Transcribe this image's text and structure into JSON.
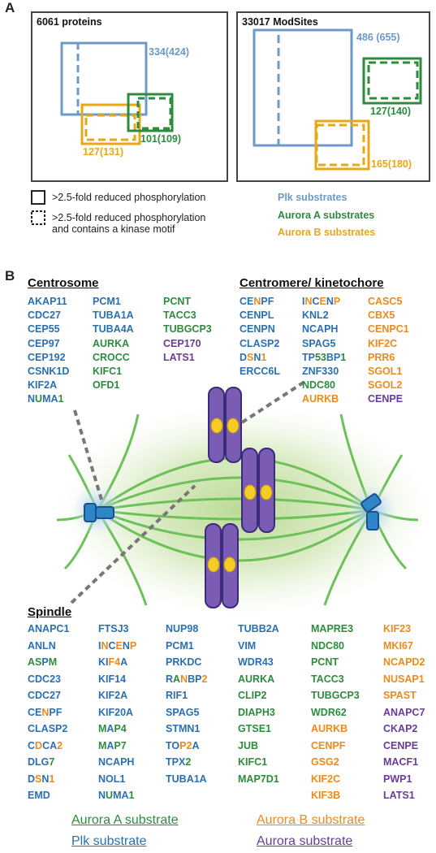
{
  "colors": {
    "plk": "#2b6fb0",
    "plk_light": "#6b9ac8",
    "auroraA": "#2e8b3e",
    "auroraB": "#e6a817",
    "auroraB_text": "#ec8a1f",
    "aurora": "#6a3c99",
    "dark": "#222222"
  },
  "panelA": {
    "letter": "A",
    "proteins": {
      "title": "6061 proteins",
      "plk": "334(424)",
      "auroraB": "127(131)",
      "auroraA": "101(109)"
    },
    "modsites": {
      "title": "33017 ModSites",
      "plk": "486 (655)",
      "auroraA": "127(140)",
      "auroraB": "165(180)"
    },
    "legend": {
      "solid": ">2.5-fold reduced phosphorylation",
      "dotted_line1": ">2.5-fold reduced phosphorylation",
      "dotted_line2": "and contains a kinase motif",
      "plk": "Plk substrates",
      "auroraA": "Aurora A substrates",
      "auroraB": "Aurora B substrates"
    }
  },
  "panelB": {
    "letter": "B",
    "centrosome": {
      "header": "Centrosome",
      "columns": [
        [
          [
            "AKAP11",
            "p"
          ],
          [
            "CDC27",
            "p"
          ],
          [
            "CEP55",
            "p"
          ],
          [
            "CEP97",
            "p"
          ],
          [
            "CEP192",
            "p"
          ],
          [
            "CSNK1D",
            "p"
          ],
          [
            "KIF2A",
            "p"
          ],
          [
            [
              "N",
              "p"
            ],
            [
              "U",
              "a"
            ],
            [
              "MA",
              "p"
            ],
            [
              "1",
              "a"
            ]
          ]
        ],
        [
          [
            "PCM1",
            "p"
          ],
          [
            "TUBA1A",
            "p"
          ],
          [
            "TUBA4A",
            "p"
          ],
          [
            "AURKA",
            "a"
          ],
          [
            "CROCC",
            "a"
          ],
          [
            "KIFC1",
            "a"
          ],
          [
            "OFD1",
            "a"
          ]
        ],
        [
          [
            "PCNT",
            "a"
          ],
          [
            "TACC3",
            "a"
          ],
          [
            "TUBGCP3",
            "a"
          ],
          [
            "CEP170",
            "v"
          ],
          [
            "LATS1",
            "v"
          ]
        ]
      ]
    },
    "centromere": {
      "header": "Centromere/ kinetochore",
      "columns": [
        [
          [
            [
              "CE",
              "p"
            ],
            [
              "N",
              "b"
            ],
            [
              "PF",
              "p"
            ]
          ],
          [
            "CENPL",
            "p"
          ],
          [
            "CENPN",
            "p"
          ],
          [
            "CLASP2",
            "p"
          ],
          [
            [
              "D",
              "p"
            ],
            [
              "S",
              "b"
            ],
            [
              "N",
              "p"
            ],
            [
              "1",
              "b"
            ]
          ],
          [
            "ERCC6L",
            "p"
          ]
        ],
        [
          [
            [
              "I",
              "p"
            ],
            [
              "N",
              "b"
            ],
            [
              "C",
              "p"
            ],
            [
              "E",
              "b"
            ],
            [
              "N",
              "p"
            ],
            [
              "P",
              "b"
            ]
          ],
          [
            "KNL2",
            "p"
          ],
          [
            "NCAPH",
            "p"
          ],
          [
            "SPAG5",
            "p"
          ],
          [
            [
              "TP",
              "p"
            ],
            [
              "53",
              "a"
            ],
            [
              "BP",
              "p"
            ],
            [
              "1",
              "a"
            ]
          ],
          [
            "ZNF330",
            "p"
          ],
          [
            "NDC80",
            "a"
          ],
          [
            "AURKB",
            "b"
          ]
        ],
        [
          [
            "CASC5",
            "b"
          ],
          [
            "CBX5",
            "b"
          ],
          [
            "CENPC1",
            "b"
          ],
          [
            "KIF2C",
            "b"
          ],
          [
            "PRR6",
            "b"
          ],
          [
            "SGOL1",
            "b"
          ],
          [
            "SGOL2",
            "b"
          ],
          [
            "CENPE",
            "v"
          ]
        ]
      ]
    },
    "spindle": {
      "header": "Spindle",
      "columns": [
        [
          [
            "ANAPC1",
            "p"
          ],
          [
            "ANLN",
            "p"
          ],
          [
            [
              "AS",
              "a"
            ],
            [
              "P",
              "p"
            ],
            [
              "M",
              "a"
            ]
          ],
          [
            "CDC23",
            "p"
          ],
          [
            "CDC27",
            "p"
          ],
          [
            [
              "CE",
              "p"
            ],
            [
              "N",
              "b"
            ],
            [
              "PF",
              "p"
            ]
          ],
          [
            "CLASP2",
            "p"
          ],
          [
            [
              "C",
              "p"
            ],
            [
              "D",
              "b"
            ],
            [
              "CA",
              "p"
            ],
            [
              "2",
              "b"
            ]
          ],
          [
            [
              "DLG",
              "p"
            ],
            [
              "7",
              "a"
            ]
          ],
          [
            [
              "D",
              "p"
            ],
            [
              "S",
              "b"
            ],
            [
              "N",
              "p"
            ],
            [
              "1",
              "b"
            ]
          ],
          [
            "EMD",
            "p"
          ]
        ],
        [
          [
            "FTSJ3",
            "p"
          ],
          [
            [
              "I",
              "p"
            ],
            [
              "N",
              "b"
            ],
            [
              "C",
              "p"
            ],
            [
              "E",
              "b"
            ],
            [
              "N",
              "p"
            ],
            [
              "P",
              "b"
            ]
          ],
          [
            [
              "KI",
              "p"
            ],
            [
              "F",
              "b"
            ],
            [
              "4",
              "b"
            ],
            [
              "A",
              "p"
            ]
          ],
          [
            "KIF14",
            "p"
          ],
          [
            "KIF2A",
            "p"
          ],
          [
            "KIF20A",
            "p"
          ],
          [
            [
              "M",
              "a"
            ],
            [
              "A",
              "p"
            ],
            [
              "P4",
              "a"
            ]
          ],
          [
            [
              "M",
              "a"
            ],
            [
              "A",
              "p"
            ],
            [
              "P7",
              "a"
            ]
          ],
          [
            "NCAPH",
            "p"
          ],
          [
            "NOL1",
            "p"
          ],
          [
            [
              "N",
              "p"
            ],
            [
              "U",
              "a"
            ],
            [
              "MA",
              "p"
            ],
            [
              "1",
              "a"
            ]
          ]
        ],
        [
          [
            "NUP98",
            "p"
          ],
          [
            "PCM1",
            "p"
          ],
          [
            "PRKDC",
            "p"
          ],
          [
            [
              "R",
              "p"
            ],
            [
              "A",
              "a"
            ],
            [
              "N",
              "b"
            ],
            [
              "BP",
              "p"
            ],
            [
              "2",
              "b"
            ]
          ],
          [
            "RIF1",
            "p"
          ],
          [
            "SPAG5",
            "p"
          ],
          [
            "STMN1",
            "p"
          ],
          [
            [
              "TO",
              "p"
            ],
            [
              "P",
              "b"
            ],
            [
              "2",
              "b"
            ],
            [
              "A",
              "p"
            ]
          ],
          [
            [
              "TPX",
              "p"
            ],
            [
              "2",
              "a"
            ]
          ],
          [
            "TUBA1A",
            "p"
          ]
        ],
        [
          [
            "TUBB2A",
            "p"
          ],
          [
            "VIM",
            "p"
          ],
          [
            "WDR43",
            "p"
          ],
          [
            "AURKA",
            "a"
          ],
          [
            "CLIP2",
            "a"
          ],
          [
            "DIAPH3",
            "a"
          ],
          [
            "GTSE1",
            "a"
          ],
          [
            "JUB",
            "a"
          ],
          [
            "KIFC1",
            "a"
          ],
          [
            "MAP7D1",
            "a"
          ]
        ],
        [
          [
            "MAPRE3",
            "a"
          ],
          [
            "NDC80",
            "a"
          ],
          [
            "PCNT",
            "a"
          ],
          [
            "TACC3",
            "a"
          ],
          [
            "TUBGCP3",
            "a"
          ],
          [
            "WDR62",
            "a"
          ],
          [
            "AURKB",
            "b"
          ],
          [
            "CENPF",
            "b"
          ],
          [
            "GSG2",
            "b"
          ],
          [
            "KIF2C",
            "b"
          ],
          [
            "KIF3B",
            "b"
          ]
        ],
        [
          [
            "KIF23",
            "b"
          ],
          [
            "MKI67",
            "b"
          ],
          [
            "NCAPD2",
            "b"
          ],
          [
            "NUSAP1",
            "b"
          ],
          [
            "SPAST",
            "b"
          ],
          [
            "ANAPC7",
            "v"
          ],
          [
            "CKAP2",
            "v"
          ],
          [
            "CENPE",
            "v"
          ],
          [
            "MACF1",
            "v"
          ],
          [
            "PWP1",
            "v"
          ],
          [
            "LATS1",
            "v"
          ]
        ]
      ]
    },
    "legend": {
      "auroraA": "Aurora A substrate",
      "plk": "Plk substrate",
      "auroraB": "Aurora B substrate",
      "aurora": "Aurora substrate"
    }
  }
}
